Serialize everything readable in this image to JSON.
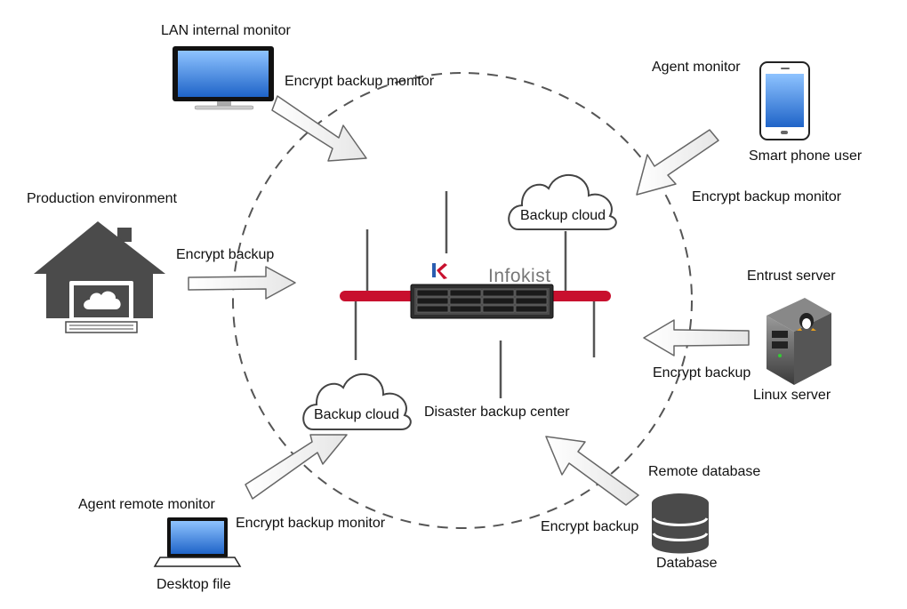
{
  "labels": {
    "lan_monitor": "LAN internal monitor",
    "encrypt_backup_monitor_top": "Encrypt backup monitor",
    "agent_monitor": "Agent monitor",
    "smart_phone_user": "Smart phone user",
    "encrypt_backup_monitor_right": "Encrypt backup monitor",
    "production_environment": "Production environment",
    "encrypt_backup_left": "Encrypt backup",
    "entrust_server": "Entrust server",
    "encrypt_backup_right": "Encrypt backup",
    "linux_server": "Linux server",
    "disaster_backup_center": "Disaster backup center",
    "remote_database": "Remote database",
    "agent_remote_monitor": "Agent remote monitor",
    "encrypt_backup_monitor_bottom": "Encrypt backup monitor",
    "encrypt_backup_bottom": "Encrypt backup",
    "database": "Database",
    "desktop_file": "Desktop file"
  },
  "clouds": {
    "top": "Backup cloud",
    "bottom": "Backup cloud"
  },
  "brand": {
    "name": "Infokist"
  },
  "colors": {
    "rail": "#c8102e",
    "device_dark": "#555555",
    "screen_blue": "#2f7fd0",
    "dash": "#555555"
  }
}
